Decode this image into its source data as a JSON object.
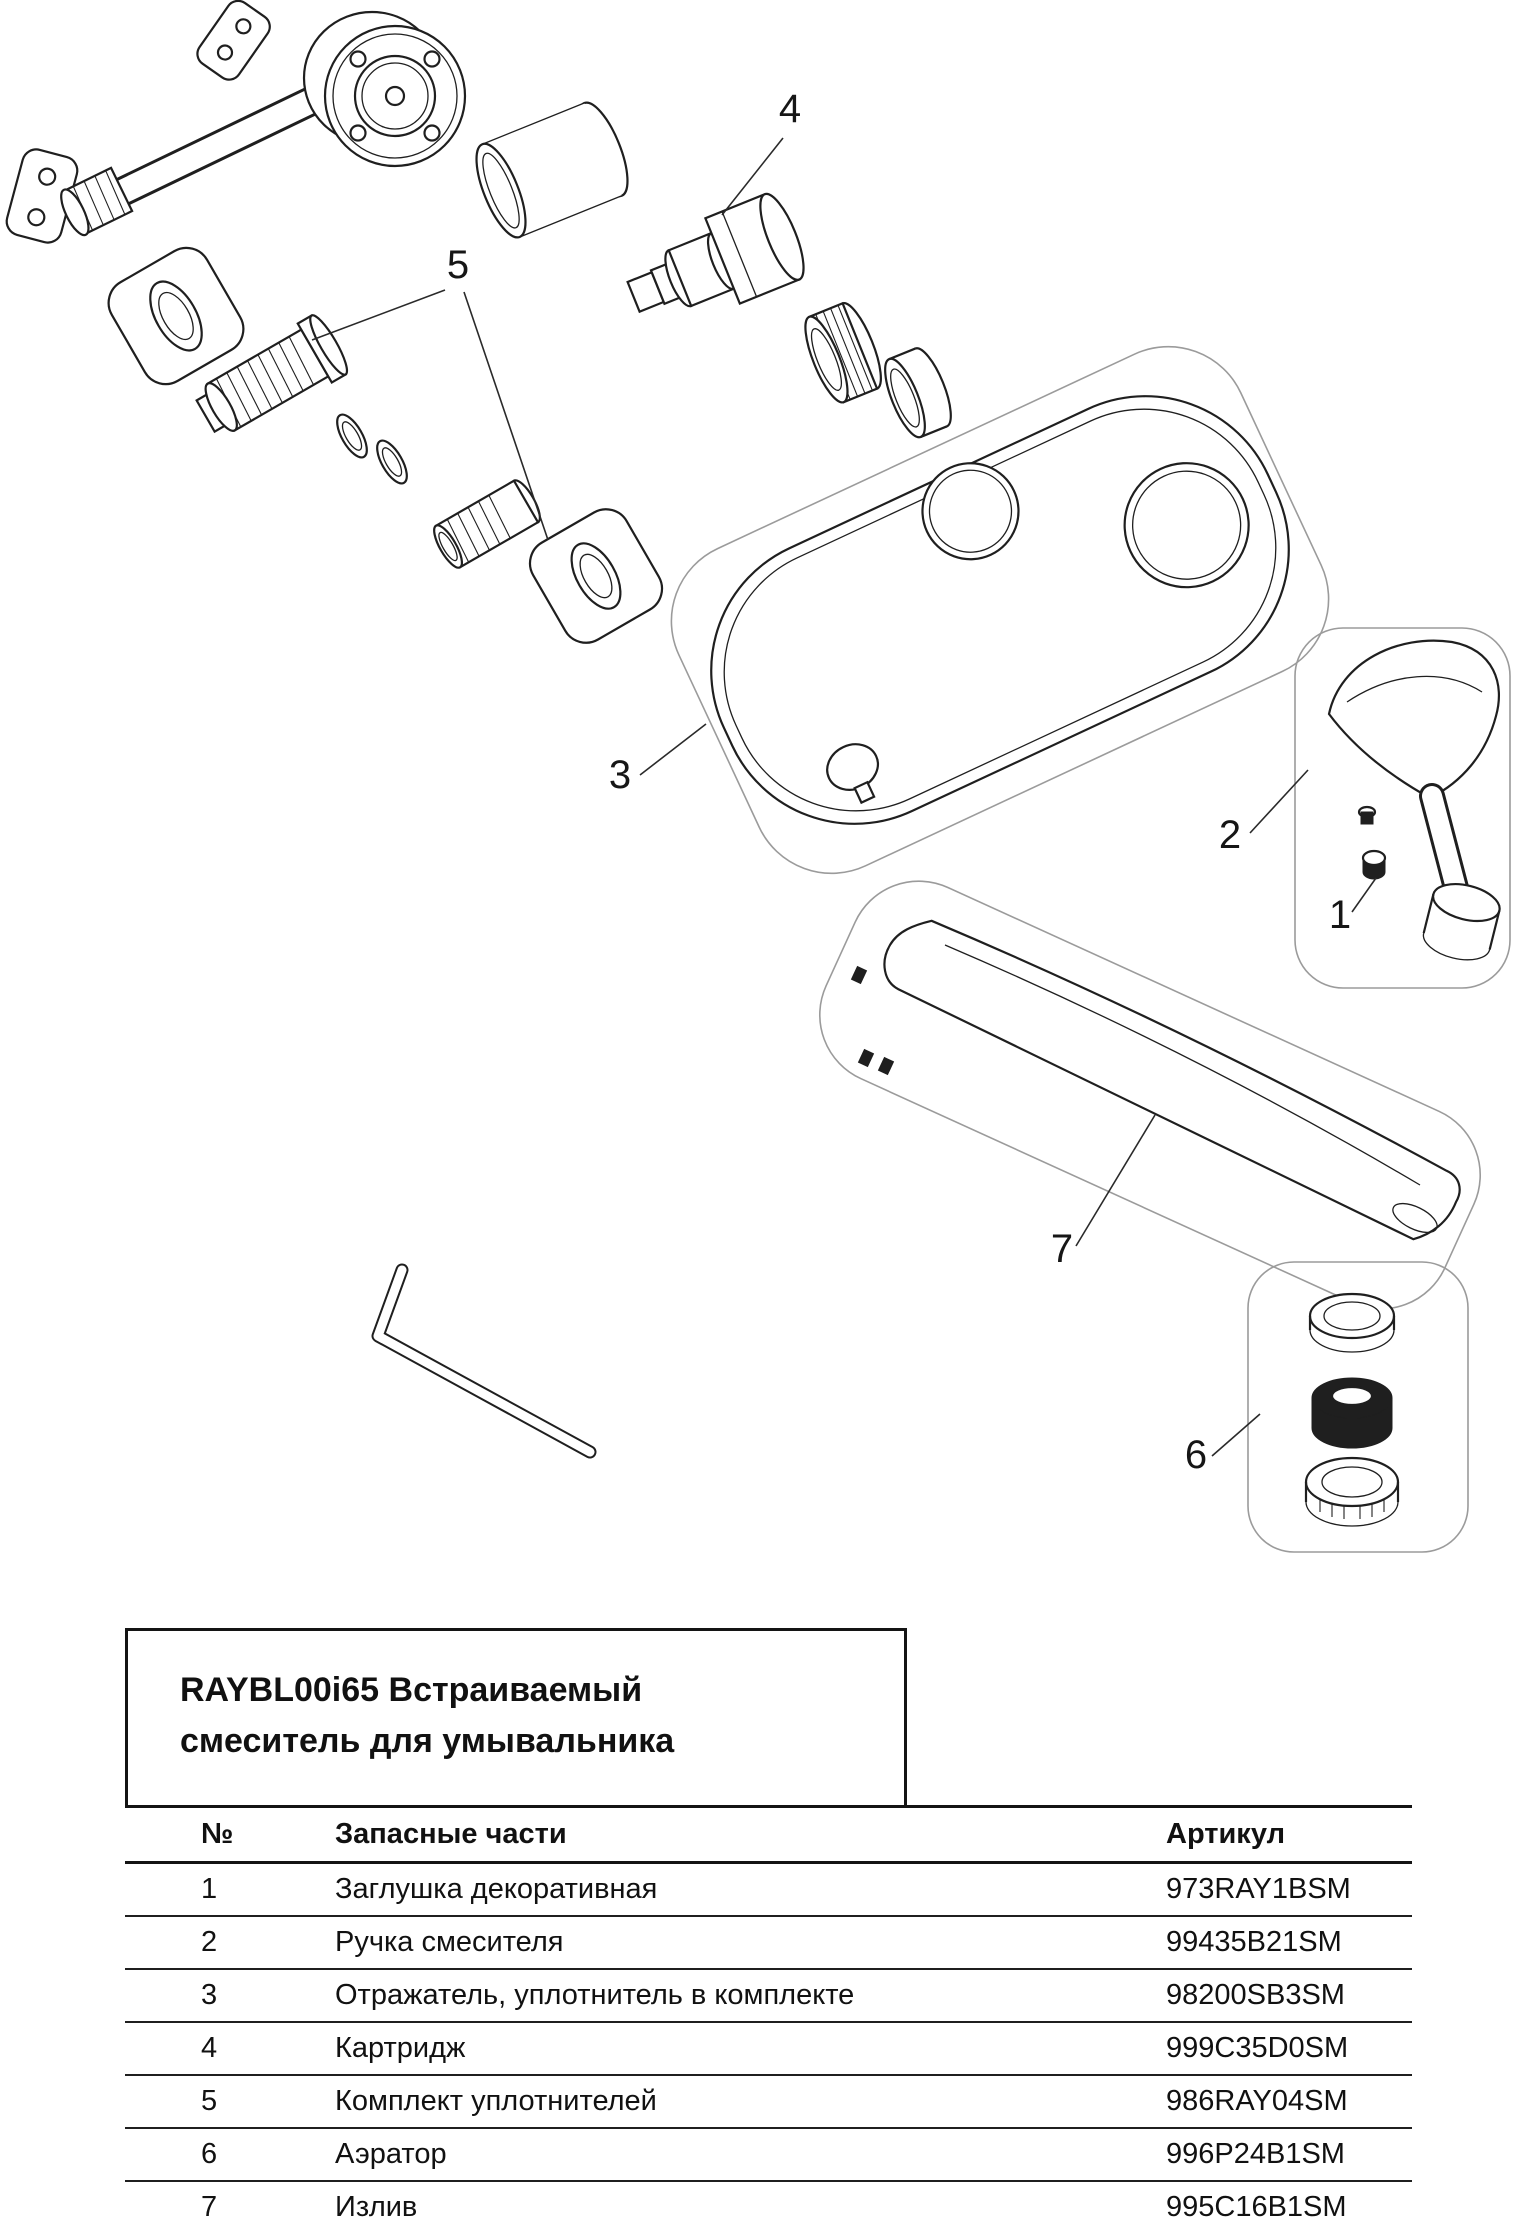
{
  "title": {
    "line1": "RAYBL00i65 Встраиваемый",
    "line2": "смеситель для умывальника"
  },
  "table": {
    "headers": {
      "num": "№",
      "part": "Запасные части",
      "article": "Артикул"
    },
    "rows": [
      {
        "num": "1",
        "part": "Заглушка декоративная",
        "article": "973RAY1BSM"
      },
      {
        "num": "2",
        "part": "Ручка смесителя",
        "article": "99435B21SM"
      },
      {
        "num": "3",
        "part": "Отражатель, уплотнитель в комплекте",
        "article": "98200SB3SM"
      },
      {
        "num": "4",
        "part": "Картридж",
        "article": "999C35D0SM"
      },
      {
        "num": "5",
        "part": "Комплект уплотнителей",
        "article": "986RAY04SM"
      },
      {
        "num": "6",
        "part": "Аэратор",
        "article": "996P24B1SM"
      },
      {
        "num": "7",
        "part": "Излив",
        "article": "995C16B1SM"
      }
    ]
  },
  "diagram": {
    "callouts": {
      "c1": "1",
      "c2": "2",
      "c3": "3",
      "c4": "4",
      "c5": "5",
      "c6": "6",
      "c7": "7"
    }
  },
  "colors": {
    "background": "#ffffff",
    "line": "#1f1f1f",
    "group_outline": "#9b9b9b",
    "text": "#111111"
  }
}
